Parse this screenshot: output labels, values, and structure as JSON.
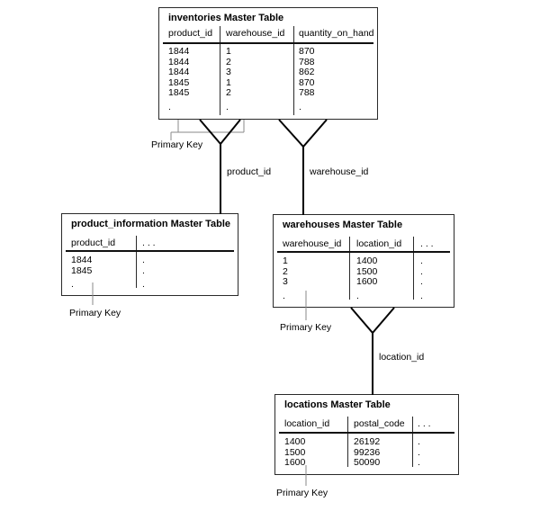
{
  "diagram": {
    "tables": {
      "inventories": {
        "title": "inventories Master Table",
        "columns": [
          "product_id",
          "warehouse_id",
          "quantity_on_hand"
        ],
        "rows": [
          [
            "1844",
            "1",
            "870"
          ],
          [
            "1844",
            "2",
            "788"
          ],
          [
            "1844",
            "3",
            "862"
          ],
          [
            "1845",
            "1",
            "870"
          ],
          [
            "1845",
            "2",
            "788"
          ],
          [
            ".",
            ".",
            "."
          ]
        ]
      },
      "product_information": {
        "title": "product_information Master Table",
        "columns": [
          "product_id",
          ". . ."
        ],
        "rows": [
          [
            "1844",
            "."
          ],
          [
            "1845",
            "."
          ],
          [
            ".",
            "."
          ]
        ]
      },
      "warehouses": {
        "title": "warehouses Master Table",
        "columns": [
          "warehouse_id",
          "location_id",
          ". . ."
        ],
        "rows": [
          [
            "1",
            "1400",
            "."
          ],
          [
            "2",
            "1500",
            "."
          ],
          [
            "3",
            "1600",
            "."
          ],
          [
            ".",
            ".",
            "."
          ]
        ]
      },
      "locations": {
        "title": "locations Master Table",
        "columns": [
          "location_id",
          "postal_code",
          ". . ."
        ],
        "rows": [
          [
            "1400",
            "26192",
            "."
          ],
          [
            "1500",
            "99236",
            "."
          ],
          [
            "1600",
            "50090",
            "."
          ]
        ]
      }
    },
    "labels": {
      "primary_key_inventories": "Primary Key",
      "primary_key_product_information": "Primary Key",
      "primary_key_warehouses": "Primary Key",
      "primary_key_locations": "Primary Key",
      "fk_product_id": "product_id",
      "fk_warehouse_id": "warehouse_id",
      "fk_location_id": "location_id"
    },
    "colors": {
      "background": "#ffffff",
      "text": "#000000",
      "connector": "#000000",
      "leader": "#8a8a8a",
      "border": "#2a2a2a"
    }
  }
}
